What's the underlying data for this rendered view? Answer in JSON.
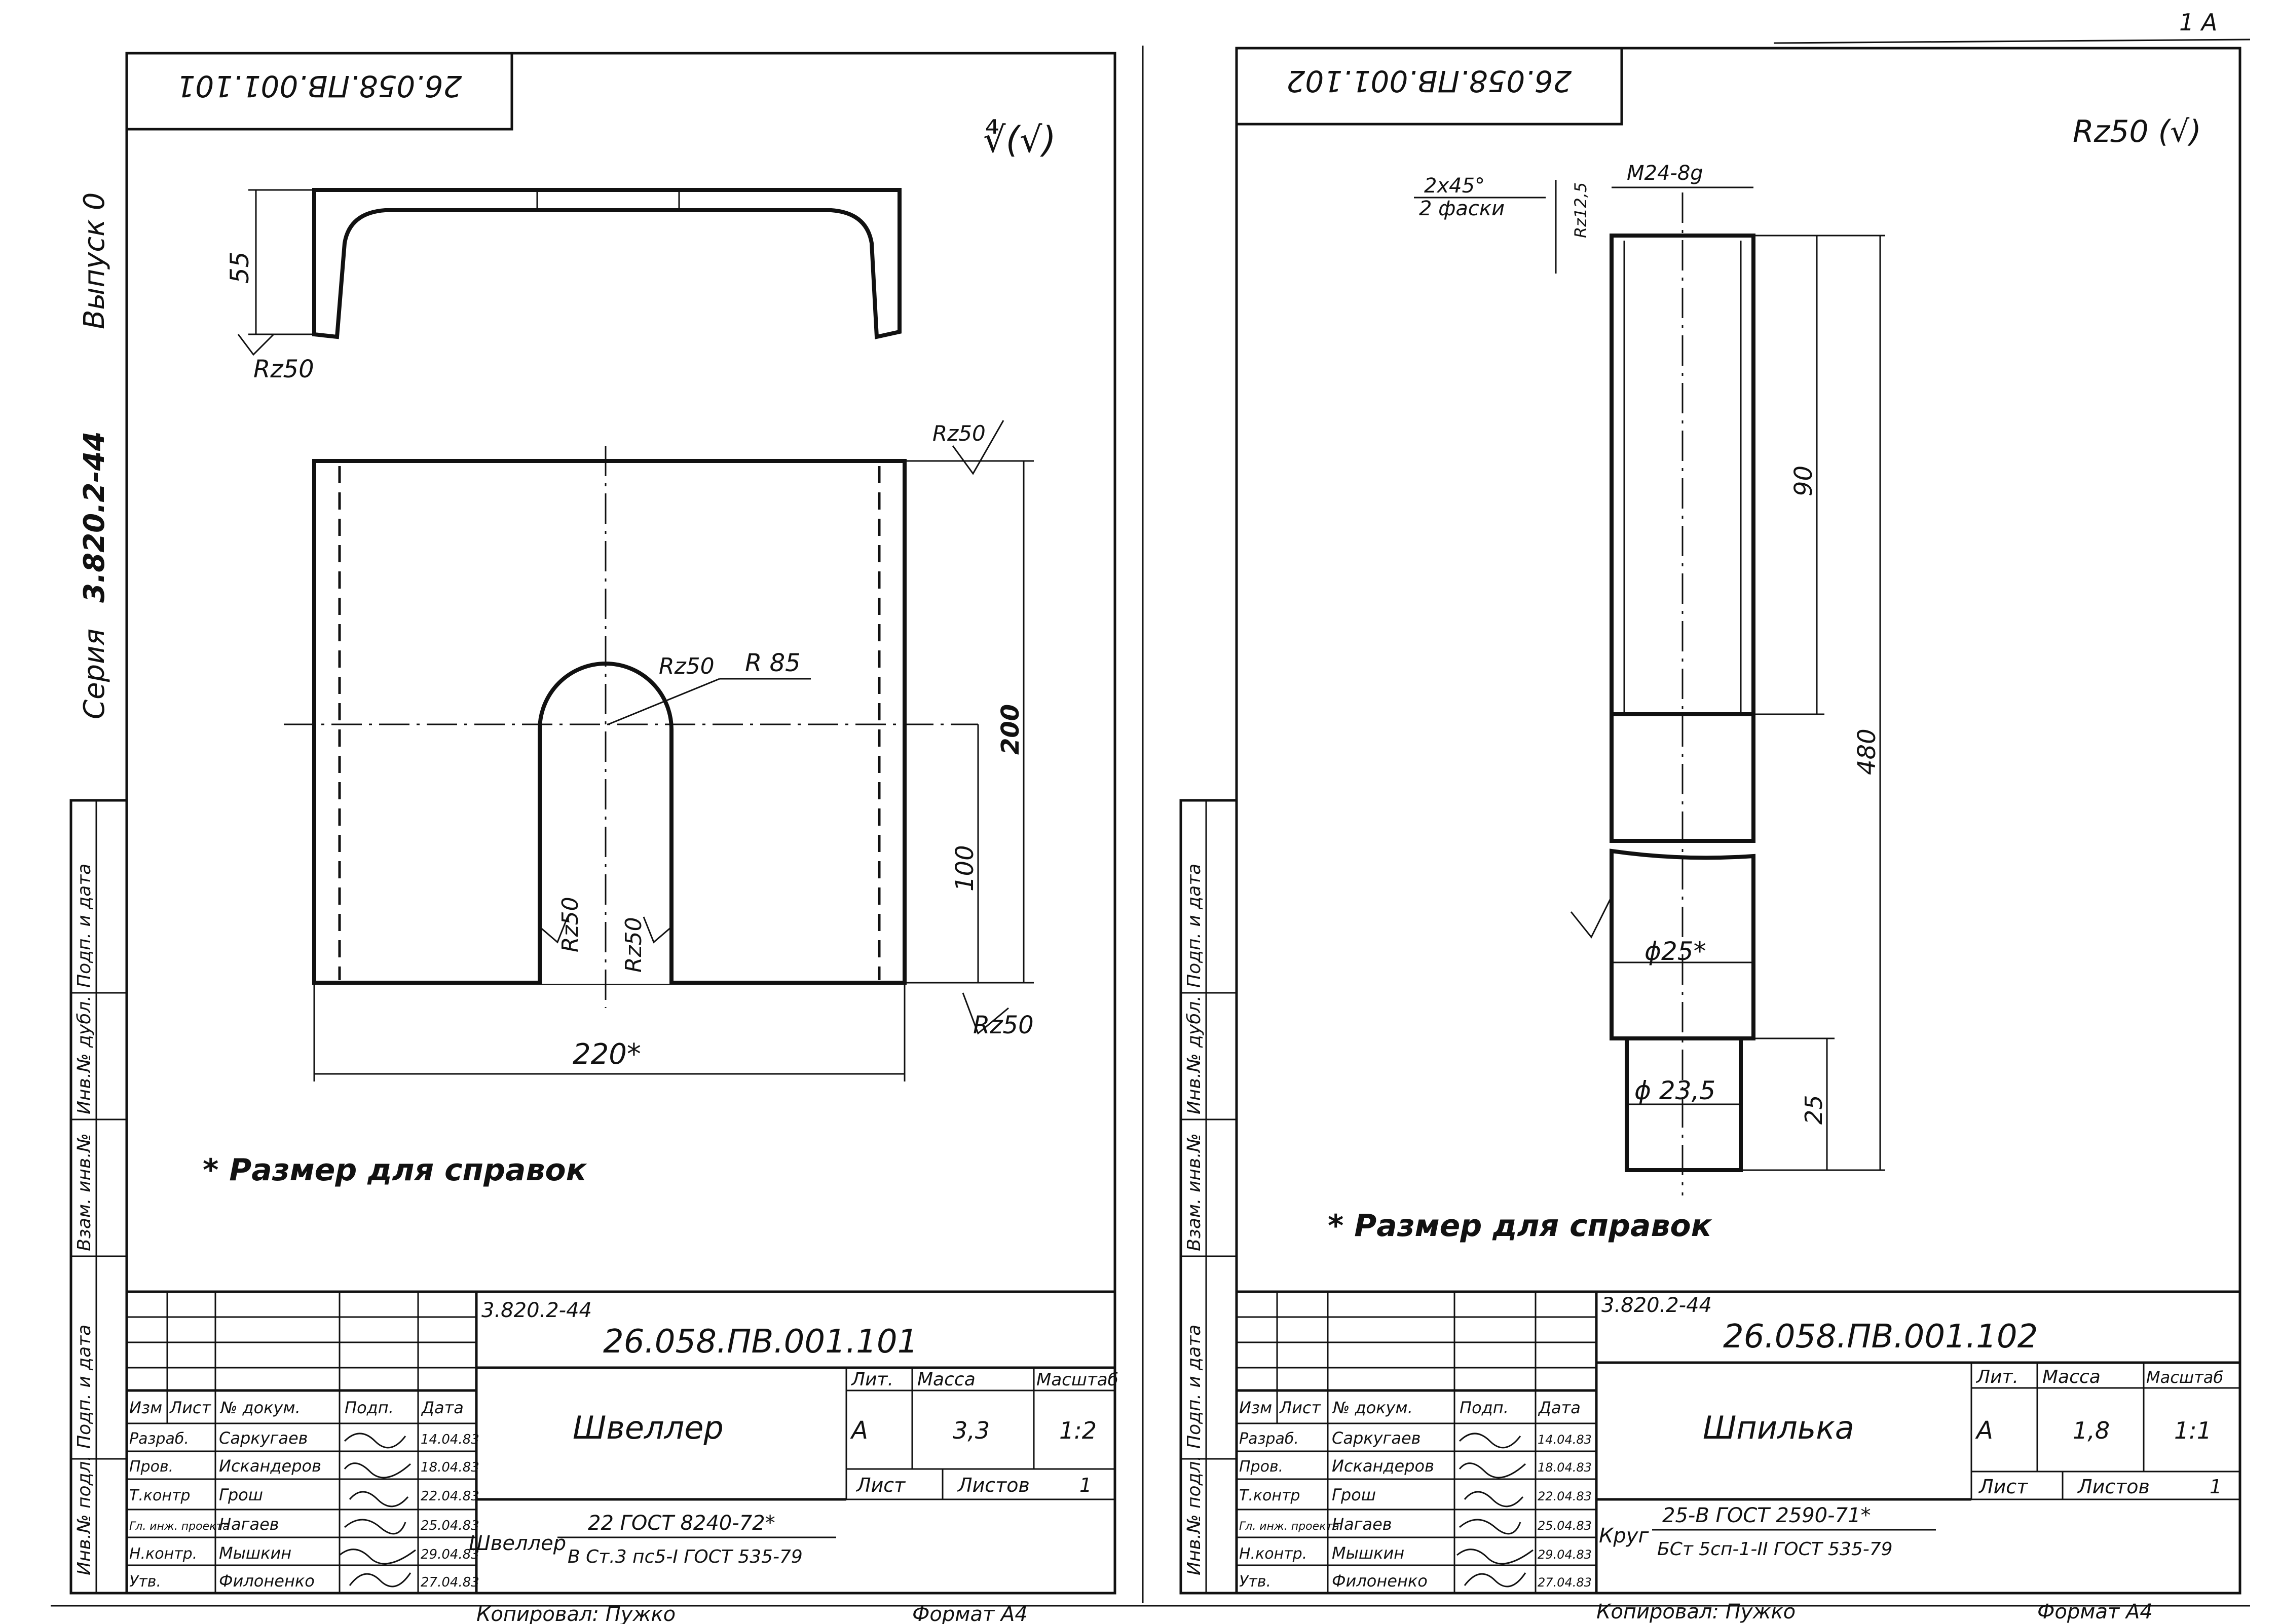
{
  "corner_mark": "1 A",
  "left_sheet": {
    "top_stamp": "26.058.ПВ.001.101",
    "side_title": {
      "series": "Серия",
      "code": "3.820.2-44",
      "issue": "Выпуск 0"
    },
    "side_columns": [
      "Инв.№ подл.",
      "Подп. и дата",
      "Взам. инв.№",
      "Инв.№ дубл.",
      "Подп. и дата"
    ],
    "surface_mark": "∜(√)",
    "dims": {
      "height_55": "55",
      "rz_side": "Rz50",
      "rz_top_right": "Rz50",
      "rz_arc": "Rz50",
      "radius": "R 85",
      "d200": "200",
      "d100": "100",
      "rz_slot_left": "Rz50",
      "rz_slot_right": "Rz50",
      "rz_bottom_right": "Rz50",
      "width": "220*"
    },
    "note": "* Размер для справок",
    "title_block": {
      "series_code": "3.820.2-44",
      "doc_number": "26.058.ПВ.001.101",
      "name": "Швеллер",
      "headers": [
        "Изм",
        "Лист",
        "№ докум.",
        "Подп.",
        "Дата"
      ],
      "rows": [
        {
          "role": "Разраб.",
          "name": "Саркугаев",
          "date": "14.04.83"
        },
        {
          "role": "Пров.",
          "name": "Искандеров",
          "date": "18.04.83"
        },
        {
          "role": "Т.контр",
          "name": "Грош",
          "date": "22.04.83"
        },
        {
          "role": "Гл. инж. проекта",
          "name": "Нагаев",
          "date": "25.04.83"
        },
        {
          "role": "Н.контр.",
          "name": "Мышкин",
          "date": "29.04.83"
        },
        {
          "role": "Утв.",
          "name": "Филоненко",
          "date": "27.04.83"
        }
      ],
      "lit_label": "Лит.",
      "mass_label": "Масса",
      "scale_label": "Масштаб",
      "lit_value": "А",
      "mass_value": "3,3",
      "scale_value": "1:2",
      "sheet_label": "Лист",
      "sheets_label": "Листов",
      "sheets_value": "1",
      "material_prefix": "Швеллер",
      "material_top": "22 ГОСТ 8240-72*",
      "material_bottom": "В Ст.3 пс5-I ГОСТ 535-79",
      "copied": "Копировал: Пужко",
      "format": "Формат А4"
    }
  },
  "right_sheet": {
    "top_stamp": "26.058.ПВ.001.102",
    "side_columns": [
      "Инв.№ подл.",
      "Подп. и дата",
      "Взам. инв.№",
      "Инв.№ дубл.",
      "Подп. и дата"
    ],
    "surface_mark": "Rz50 (√)",
    "dims": {
      "chamfer_top": "2x45°",
      "chamfer_bottom": "2 фаски",
      "rz_thread": "Rz12,5",
      "thread": "M24-8g",
      "d90": "90",
      "d480": "480",
      "dia25": "ϕ25*",
      "dia235": "ϕ 23,5",
      "d25": "25"
    },
    "note": "* Размер для справок",
    "title_block": {
      "series_code": "3.820.2-44",
      "doc_number": "26.058.ПВ.001.102",
      "name": "Шпилька",
      "headers": [
        "Изм",
        "Лист",
        "№ докум.",
        "Подп.",
        "Дата"
      ],
      "rows": [
        {
          "role": "Разраб.",
          "name": "Саркугаев",
          "date": "14.04.83"
        },
        {
          "role": "Пров.",
          "name": "Искандеров",
          "date": "18.04.83"
        },
        {
          "role": "Т.контр",
          "name": "Грош",
          "date": "22.04.83"
        },
        {
          "role": "Гл. инж. проекта",
          "name": "Нагаев",
          "date": "25.04.83"
        },
        {
          "role": "Н.контр.",
          "name": "Мышкин",
          "date": "29.04.83"
        },
        {
          "role": "Утв.",
          "name": "Филоненко",
          "date": "27.04.83"
        }
      ],
      "lit_label": "Лит.",
      "mass_label": "Масса",
      "scale_label": "Масштаб",
      "lit_value": "А",
      "mass_value": "1,8",
      "scale_value": "1:1",
      "sheet_label": "Лист",
      "sheets_label": "Листов",
      "sheets_value": "1",
      "material_prefix": "Круг",
      "material_top": "25-В ГОСТ 2590-71*",
      "material_bottom": "БСт 5сп-1-II ГОСТ 535-79",
      "copied": "Копировал: Пужко",
      "format": "Формат А4"
    }
  }
}
